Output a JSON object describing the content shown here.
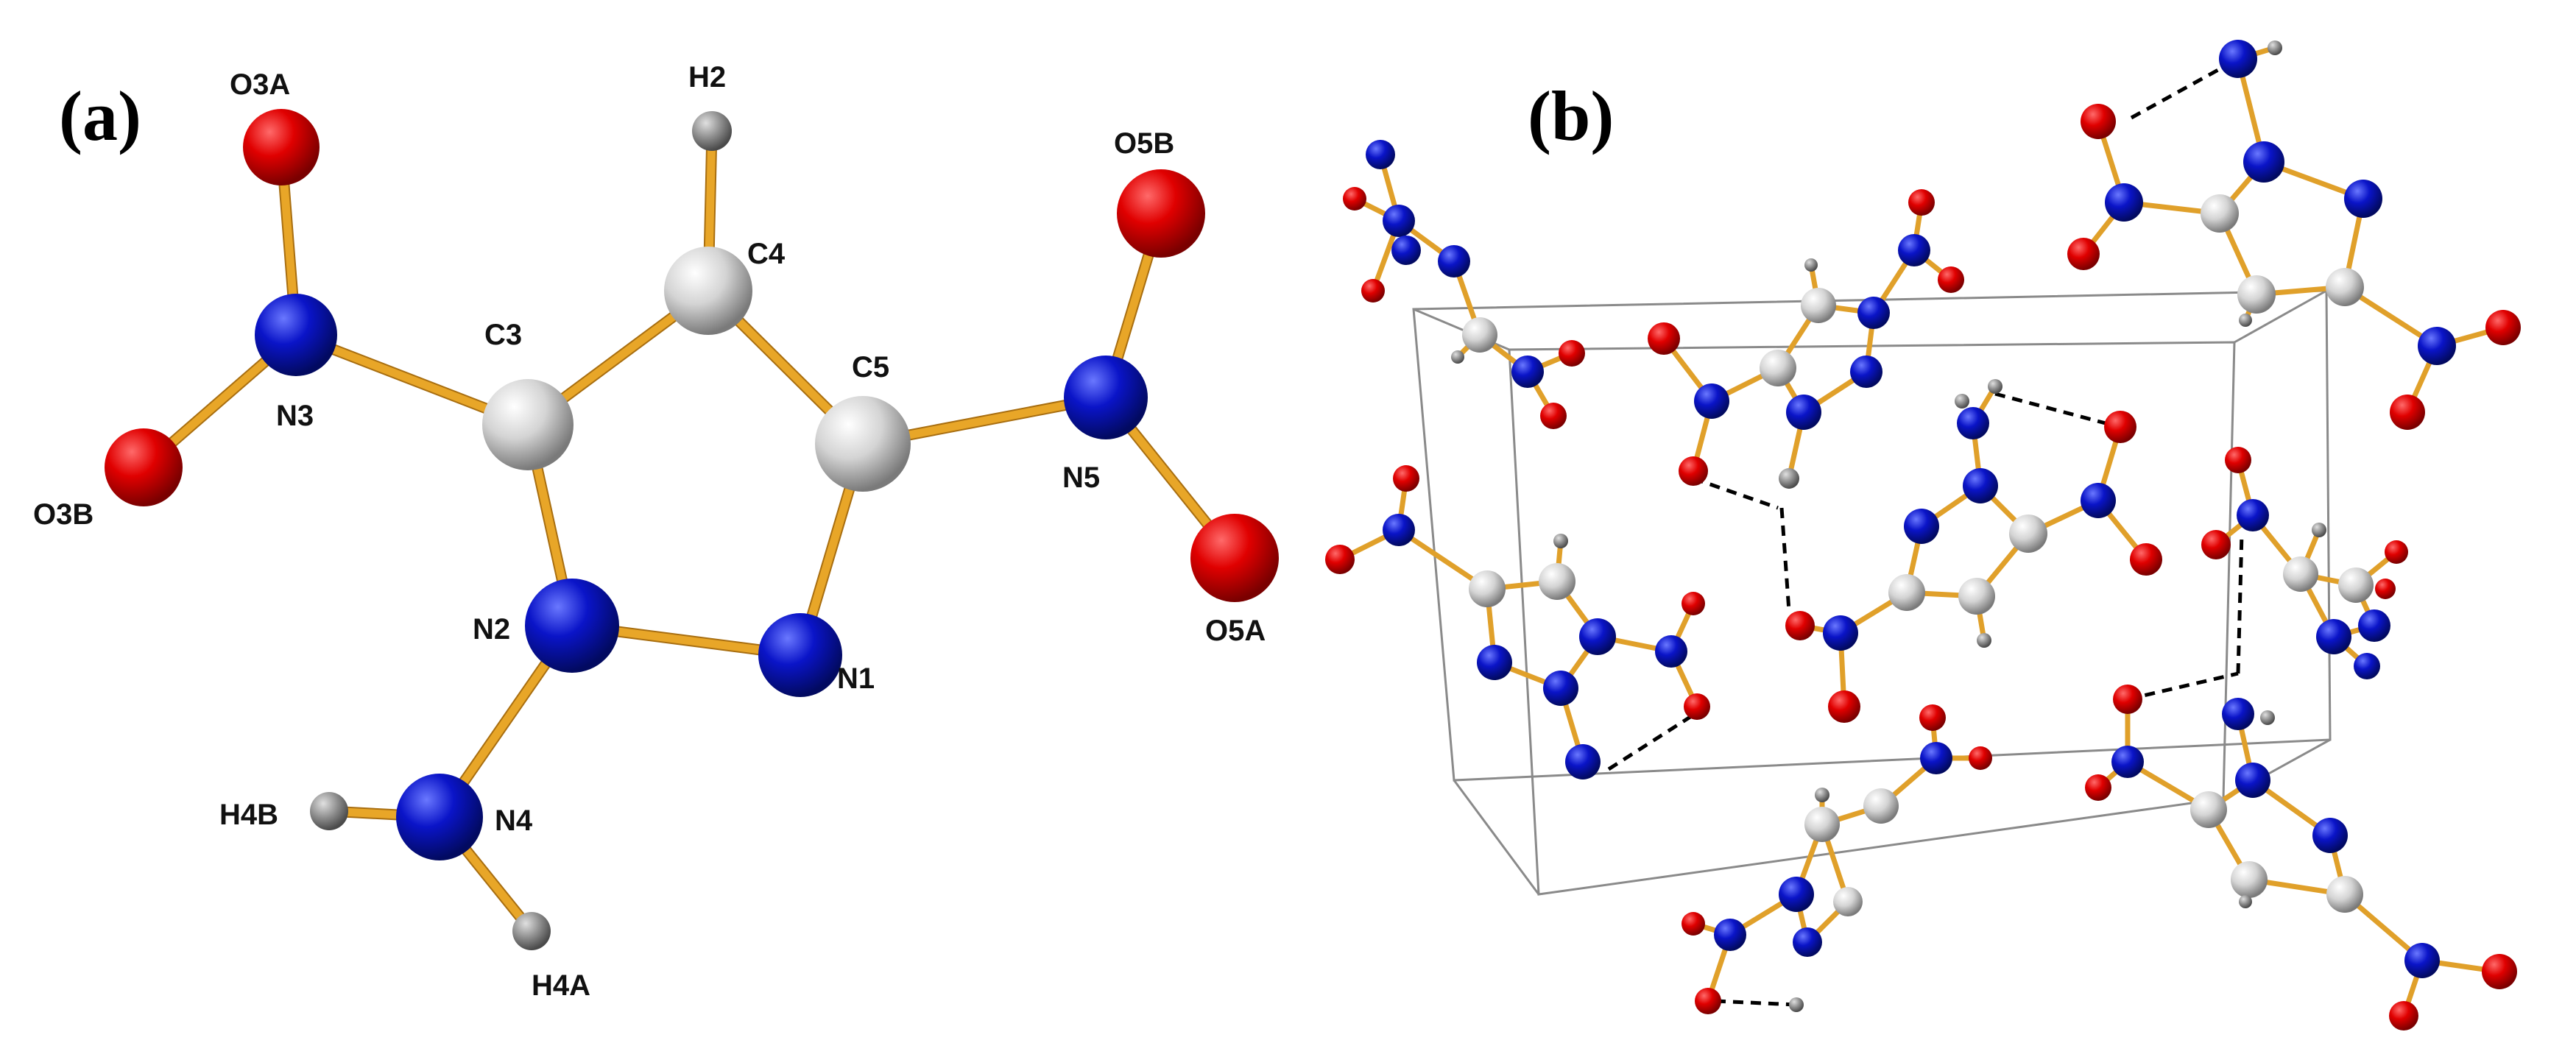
{
  "panels": {
    "a": {
      "label": "(a)"
    },
    "b": {
      "label": "(b)"
    }
  },
  "colors": {
    "oxygen": "#e00000",
    "nitrogen": "#0a14c8",
    "carbon": "#c8c8c8",
    "hydrogen": "#8c8c8c",
    "bond": "#e8a628",
    "hydrogen_bond": "#000000"
  },
  "atom_labels": {
    "O3A": "O3A",
    "O3B": "O3B",
    "N3": "N3",
    "C3": "C3",
    "H2": "H2",
    "C4": "C4",
    "C5": "C5",
    "N5": "N5",
    "O5B": "O5B",
    "O5A": "O5A",
    "N2": "N2",
    "N1": "N1",
    "N4": "N4",
    "H4B": "H4B",
    "H4A": "H4A"
  }
}
